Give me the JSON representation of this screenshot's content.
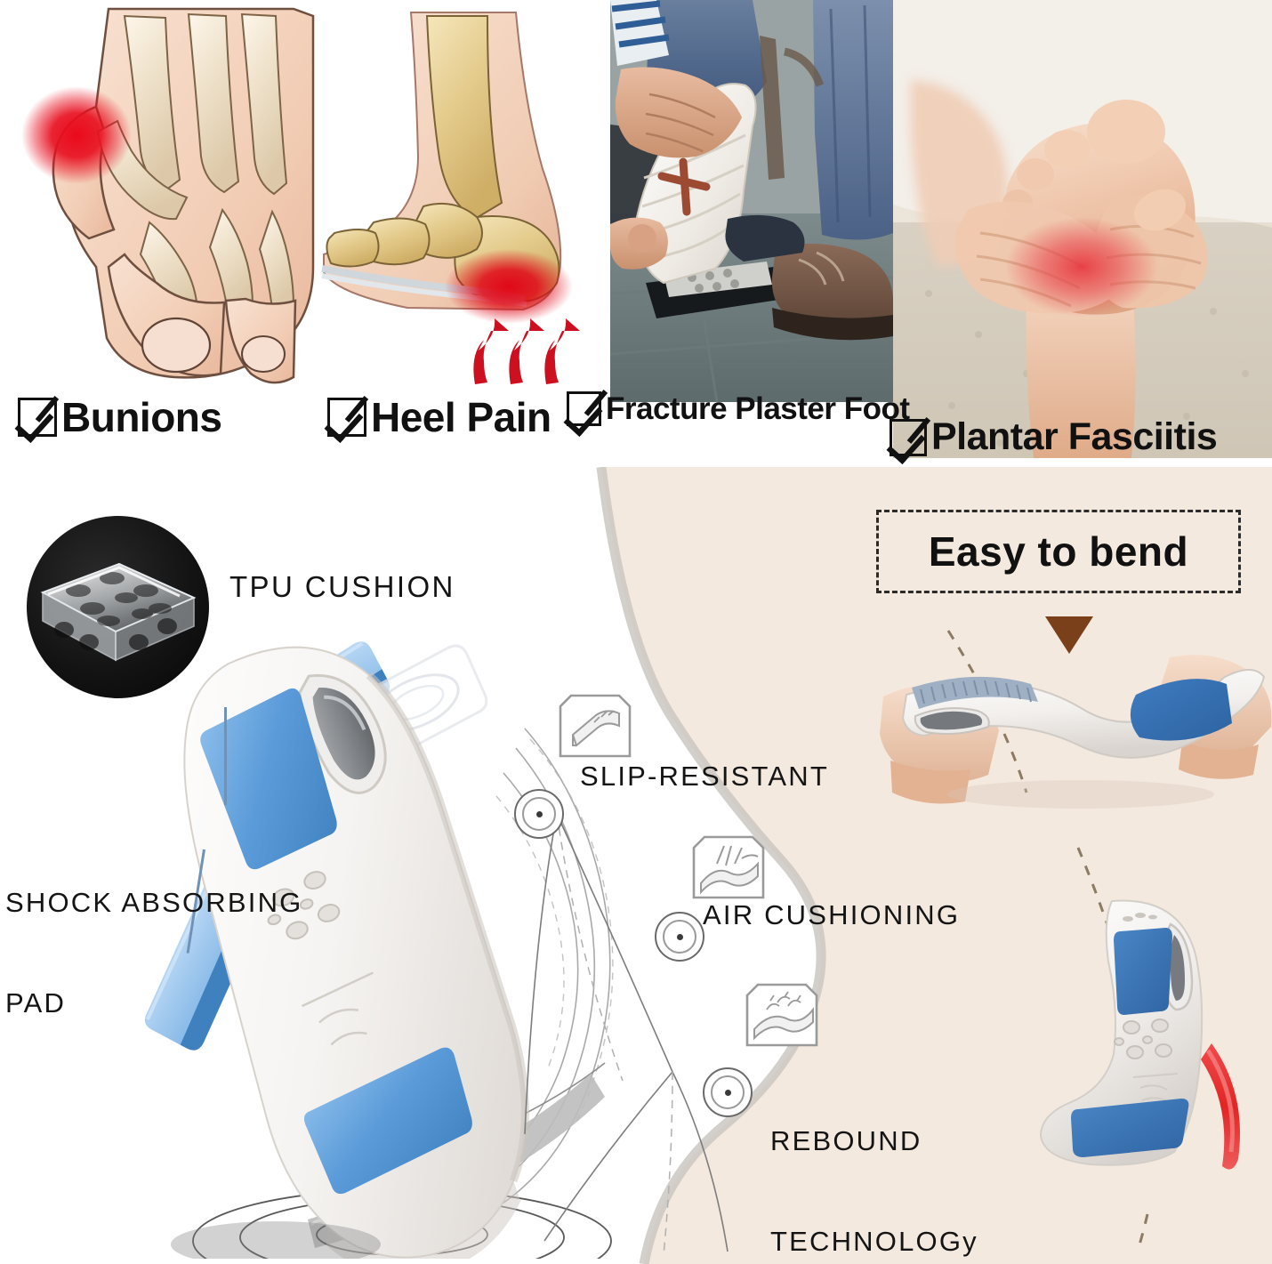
{
  "conditions": [
    {
      "id": "bunions",
      "label": "Bunions",
      "icon": "checkbox-checked-icon"
    },
    {
      "id": "heel",
      "label": "Heel Pain",
      "icon": "checkbox-checked-icon"
    },
    {
      "id": "fracture",
      "label": "Fracture Plaster Foot",
      "icon": "checkbox-checked-icon"
    },
    {
      "id": "plantar",
      "label": "Plantar Fasciitis",
      "icon": "checkbox-checked-icon"
    }
  ],
  "product": {
    "tpu_cushion_label": "TPU CUSHION",
    "shock_pad_label_line1": "SHOCK ABSORBING",
    "shock_pad_label_line2": "PAD",
    "features": [
      {
        "id": "slip",
        "label": "SLIP-RESISTANT",
        "icon": "insole-grip-icon"
      },
      {
        "id": "air",
        "label": "AIR CUSHIONING",
        "icon": "insole-air-icon"
      },
      {
        "id": "rebound",
        "label_line1": "REBOUND",
        "label_line2": "TECHNOLOGy",
        "icon": "insole-rebound-icon"
      }
    ]
  },
  "bend": {
    "title": "Easy to bend",
    "arrow_icon": "triangle-down-icon"
  },
  "colors": {
    "beige": "#F4E9DF",
    "beige_edge": "#C9C6C2",
    "blue_pad": "#5B9BD9",
    "blue_pad_dark": "#3F80BF",
    "pain_red": "#E81020",
    "bend_arrow_brown": "#7A401A",
    "text_dark": "#111111"
  }
}
